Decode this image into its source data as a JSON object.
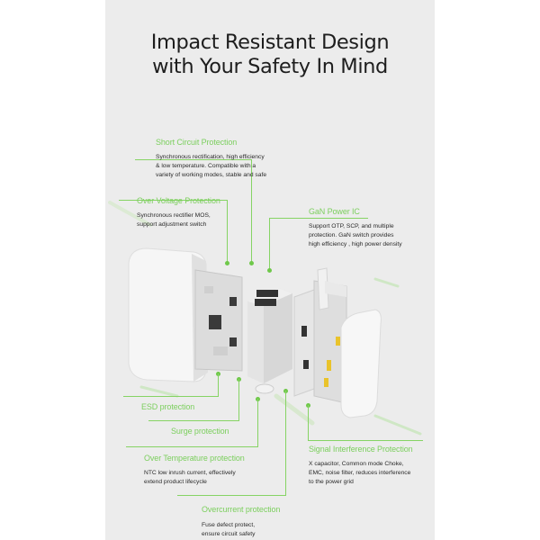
{
  "page": {
    "title_line1": "Impact Resistant Design",
    "title_line2": "with Your Safety In Mind",
    "accent_color": "#7ccf5e",
    "background_color": "#ececec"
  },
  "callouts": [
    {
      "id": "short-circuit",
      "label": "Short Circuit Protection",
      "description": [
        "Synchronous rectification, high efficiency",
        "& low temperature. Compatible with a",
        "variety of working modes, stable and safe"
      ]
    },
    {
      "id": "over-voltage",
      "label": "Over Voltage Protection",
      "description": [
        "Synchronous rectifier MOS,",
        "support adjustment switch"
      ]
    },
    {
      "id": "gan-power-ic",
      "label": "GaN Power IC",
      "description": [
        "Support OTP, SCP, and multiple",
        "protection. GaN switch provides",
        "high efficiency , high power density"
      ]
    },
    {
      "id": "esd",
      "label": "ESD protection",
      "description": []
    },
    {
      "id": "surge",
      "label": "Surge protection",
      "description": []
    },
    {
      "id": "over-temperature",
      "label": "Over Temperature protection",
      "description": [
        "NTC low inrush current, effectively",
        "extend product lifecycle"
      ]
    },
    {
      "id": "signal-interference",
      "label": "Signal Interference Protection",
      "description": [
        "X capacitor, Common mode Choke,",
        "EMC, noise filter, reduces interference",
        "to the power grid"
      ]
    },
    {
      "id": "overcurrent",
      "label": "Overcurrent protection",
      "description": [
        "Fuse defect protect,",
        "ensure circuit safety"
      ]
    }
  ]
}
